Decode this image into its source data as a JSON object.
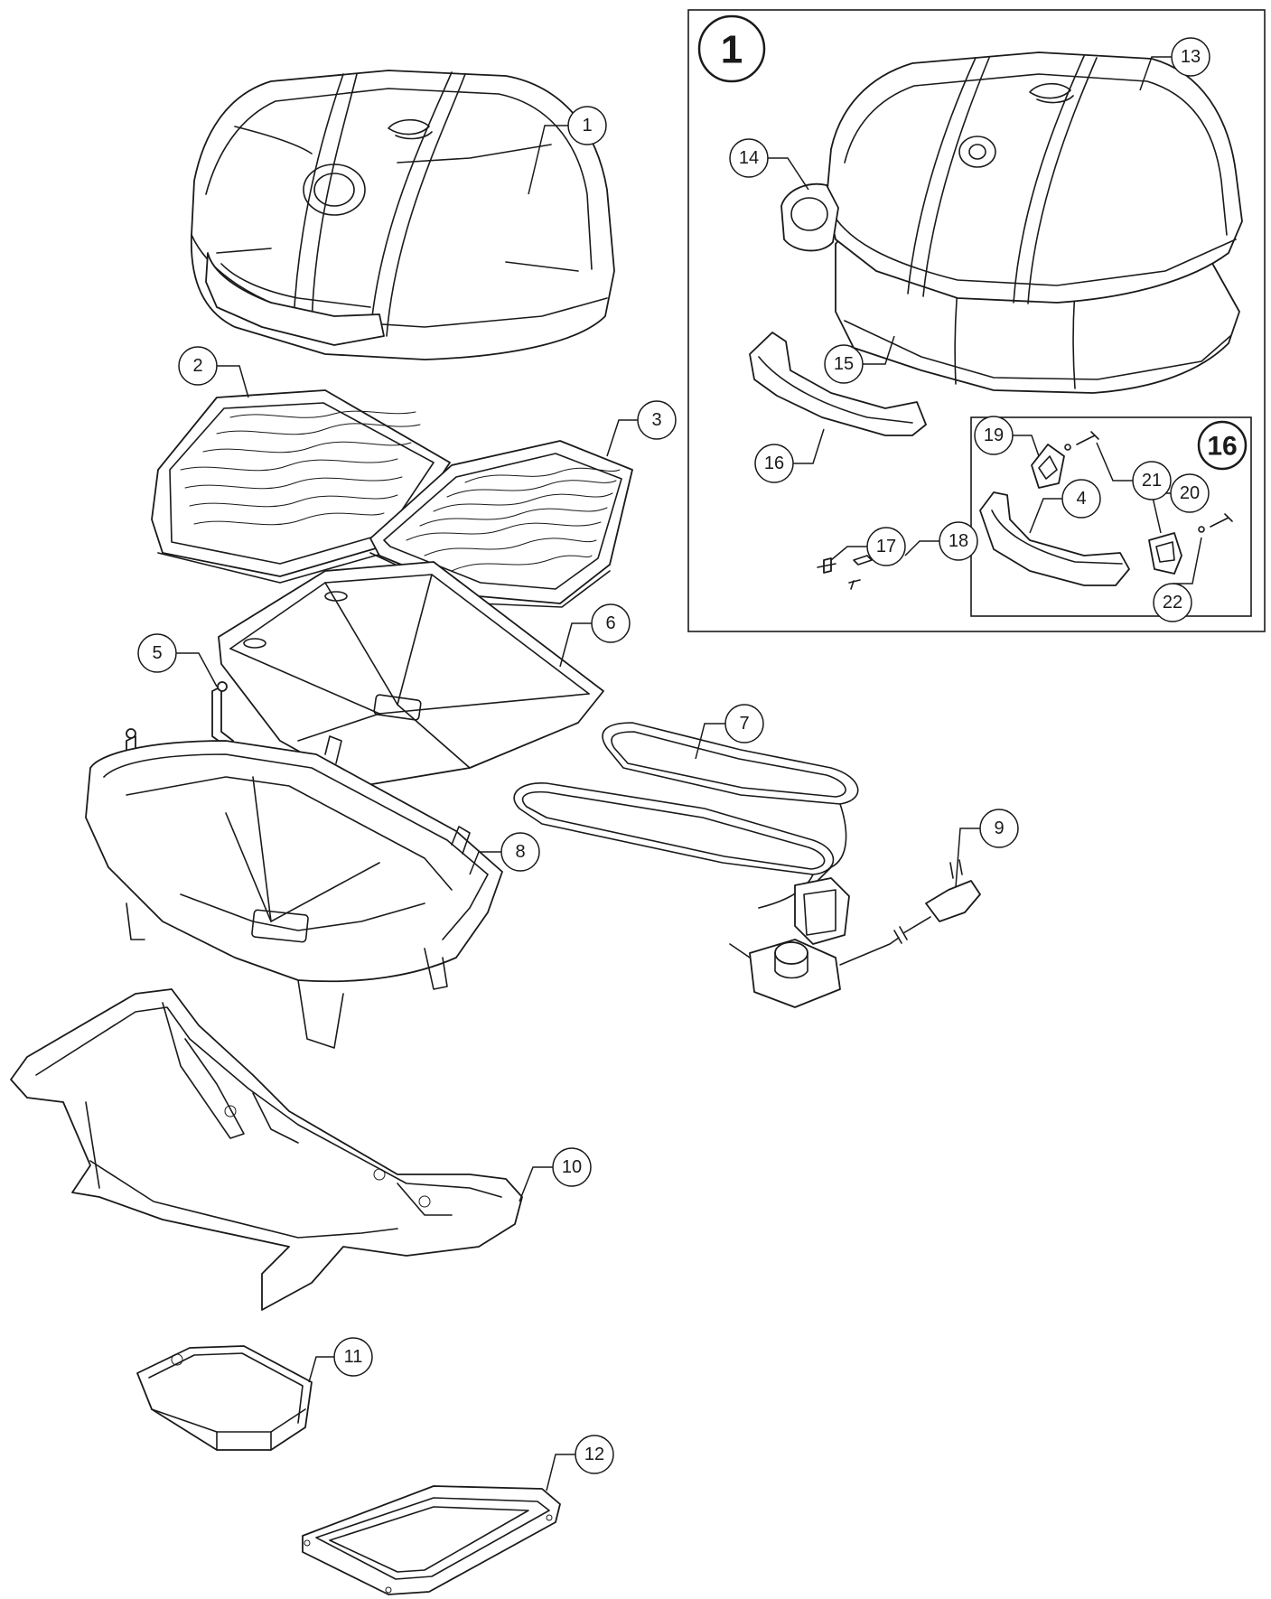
{
  "diagram": {
    "callouts": [
      "1",
      "2",
      "3",
      "4",
      "5",
      "6",
      "7",
      "8",
      "9",
      "10",
      "11",
      "12",
      "13",
      "14",
      "15",
      "16",
      "17",
      "18",
      "19",
      "20",
      "21",
      "22"
    ],
    "kit_lid": "1",
    "kit_handle": "16"
  }
}
